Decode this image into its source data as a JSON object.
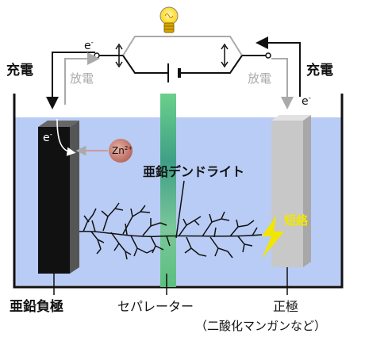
{
  "labels": {
    "charge_left": "充電",
    "charge_right": "充電",
    "discharge_left": "放電",
    "discharge_right": "放電",
    "electron_top_left": "e",
    "electron_top_right": "e",
    "electron_in_anode": "e",
    "electron_superscript": "-",
    "zinc_ion_base": "Zn",
    "zinc_ion_charge": "2+",
    "dendrite": "亜鉛デンドライト",
    "short_circuit": "短絡",
    "anode": "亜鉛負極",
    "separator": "セパレーター",
    "cathode": "正極",
    "cathode_note": "（二酸化マンガンなど）"
  },
  "colors": {
    "electrolyte": "#b9ccf5",
    "anode": "#111111",
    "cathode": "#c8c8c8",
    "separator": "#5bbf8a",
    "zinc_ion": "#d08a80",
    "short_spark": "#f2e600",
    "arrow_gray": "#aaaaaa",
    "wire_gray": "#aaaaaa"
  },
  "icons": {
    "bulb": "light-bulb-icon",
    "battery": "battery-symbol-icon",
    "switch_left": "switch-left-icon",
    "switch_right": "switch-right-icon",
    "spark": "lightning-icon"
  }
}
